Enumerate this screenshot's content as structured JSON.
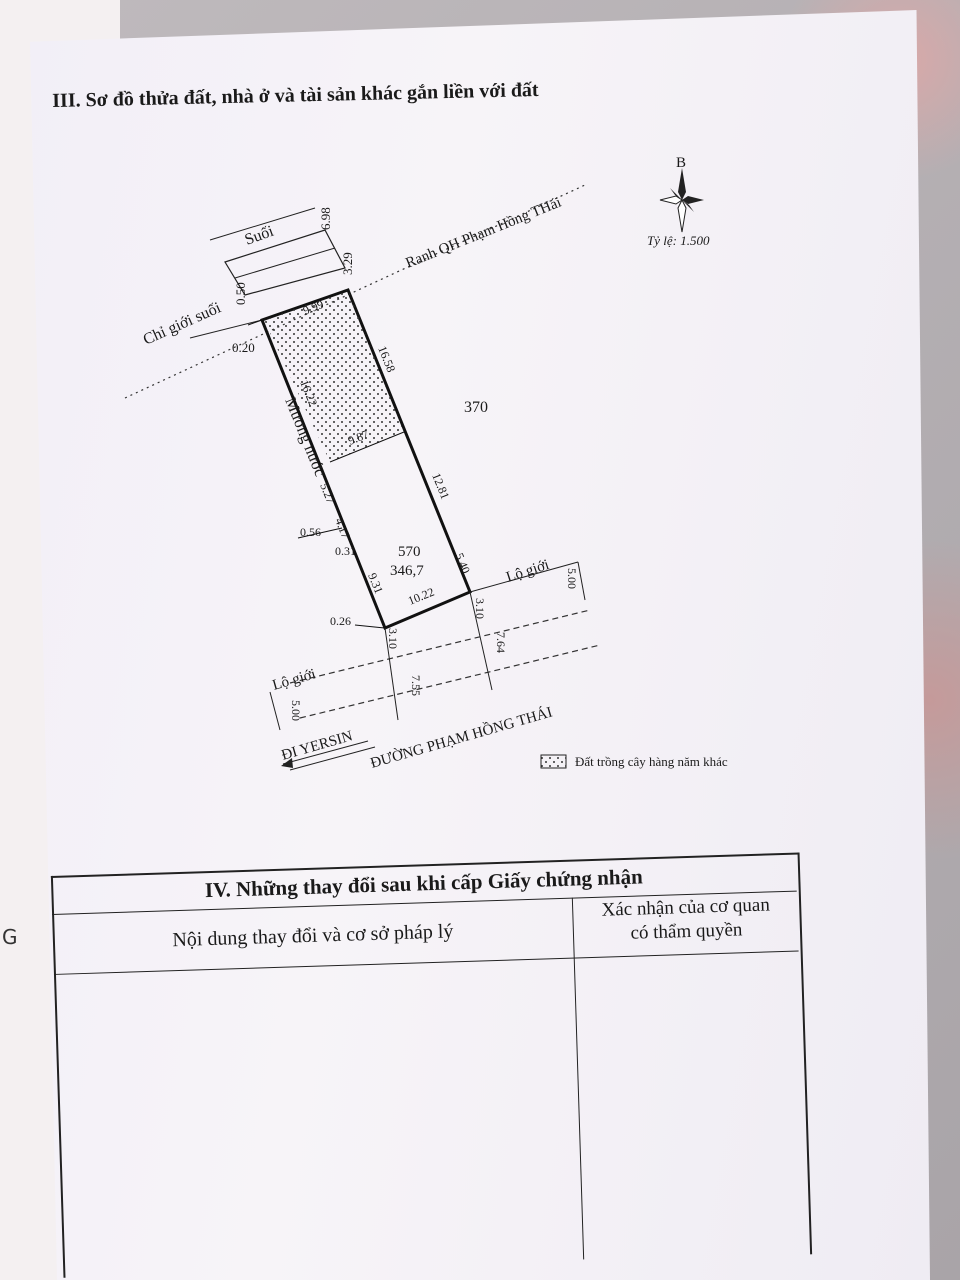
{
  "section3": {
    "title": "III. Sơ đồ thửa đất, nhà ở và tài sản khác gắn liền với đất"
  },
  "compass": {
    "north_label": "B",
    "scale": "Tỷ lệ: 1.500"
  },
  "map": {
    "stream": "Suối",
    "stream_boundary": "Chỉ giới suối",
    "planning_boundary": "Ranh QH Phạm Hồng THái",
    "canal": "Mương nước",
    "neighbor_parcel": "370",
    "parcel_number": "570",
    "parcel_area": "346,7",
    "road_boundary_right": "Lộ giới",
    "road_boundary_left": "Lộ giới",
    "road_name": "ĐƯỜNG PHẠM HỒNG THÁI",
    "direction": "ĐI YERSIN",
    "dims": {
      "d698": "6.98",
      "d329": "3.29",
      "d050": "0.50",
      "d020": "0.20",
      "d999": "9.99",
      "d1658": "16.58",
      "d1622": "16.22",
      "d987": "9.87",
      "d1281": "12.81",
      "d527": "5.27",
      "d056": "0.56",
      "d417": "4.17",
      "d031": "0.31",
      "d931": "9.31",
      "d540": "5.40",
      "d1022": "10.22",
      "d310a": "3.10",
      "d500a": "5.00",
      "d026": "0.26",
      "d310b": "3.10",
      "d764": "7.64",
      "d755": "7.55",
      "d500b": "5.00"
    }
  },
  "legend": {
    "label": "Đất trồng cây hàng năm khác"
  },
  "section4": {
    "title": "IV. Những thay đổi sau khi cấp Giấy chứng nhận",
    "col1": "Nội dung thay đổi và cơ sở pháp lý",
    "col2_line1": "Xác nhận của cơ quan",
    "col2_line2": "có thẩm quyền"
  },
  "edge_mark": "G"
}
